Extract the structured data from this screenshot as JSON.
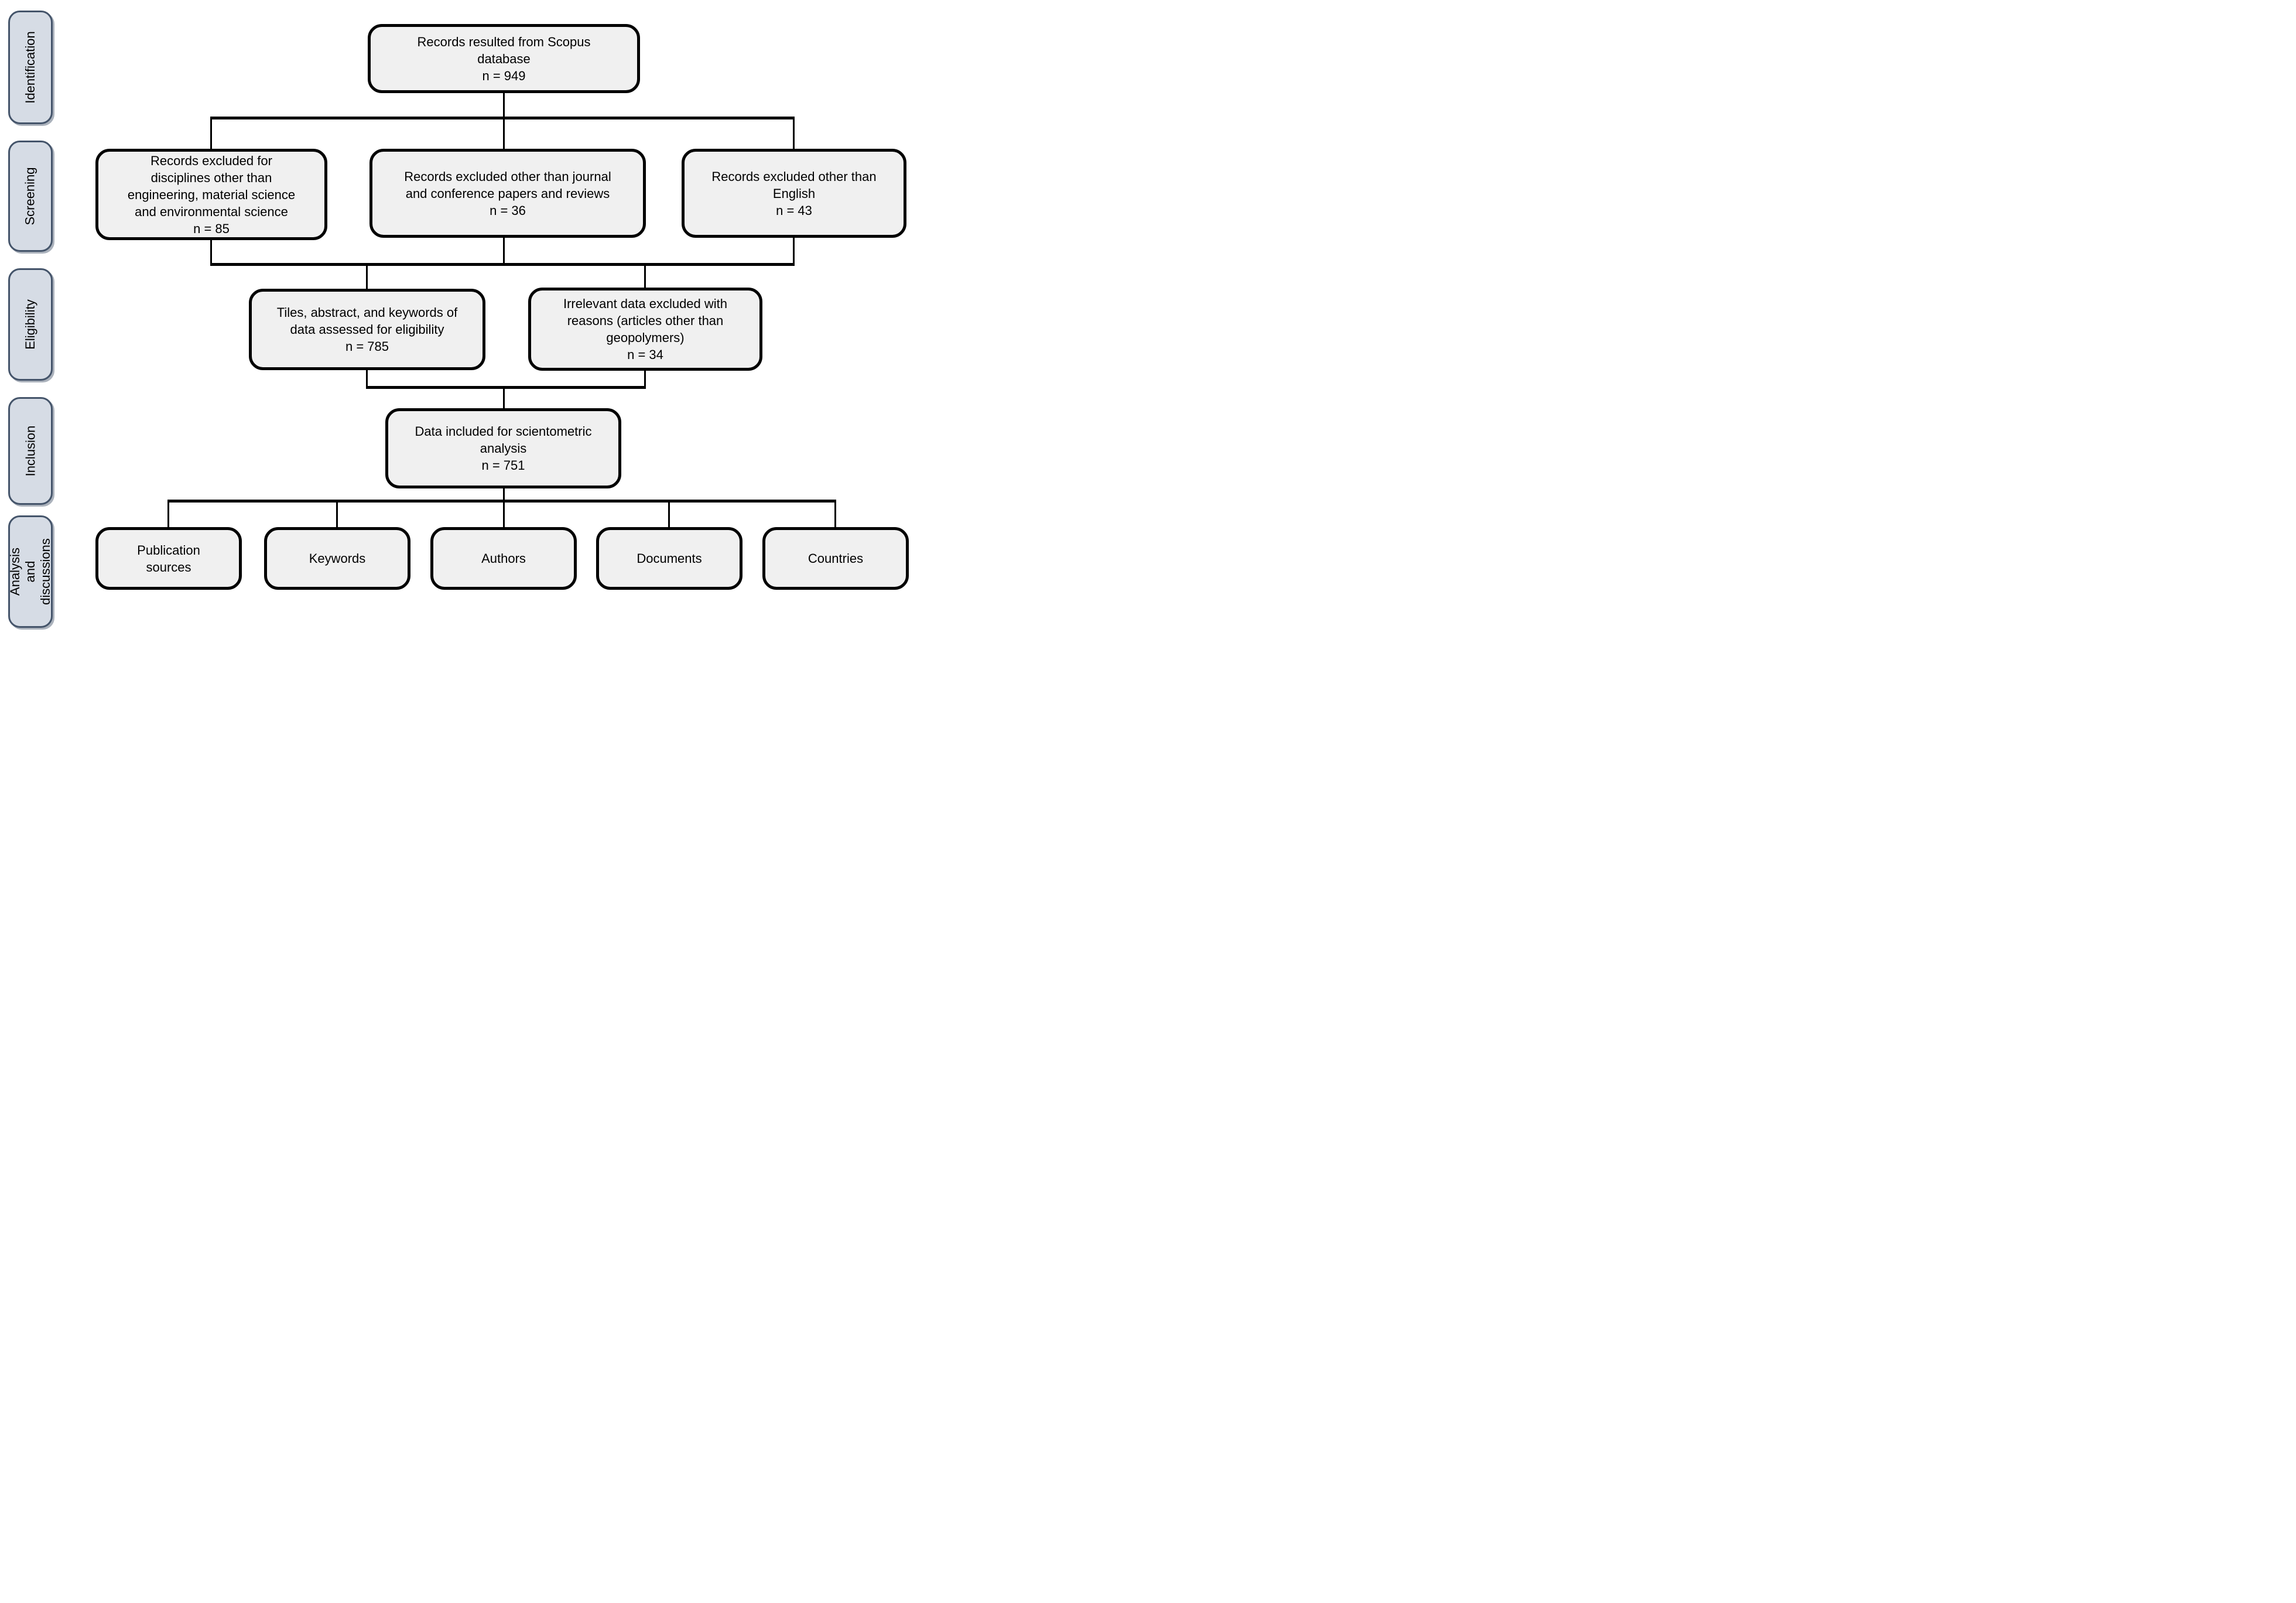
{
  "colors": {
    "flow_box_fill": "#f0f0f0",
    "flow_box_border": "#000000",
    "rail_fill": "#d6dce5",
    "rail_border": "#44546a",
    "connector": "#000000",
    "background": "#ffffff"
  },
  "rail": {
    "items": [
      {
        "label": "Identification"
      },
      {
        "label": "Screening"
      },
      {
        "label": "Eligibility"
      },
      {
        "label": "Inclusion"
      },
      {
        "label": "Analysis and\ndiscussions"
      }
    ]
  },
  "flow": {
    "records": {
      "label": "Records resulted from Scopus\ndatabase",
      "count": "n = 949"
    },
    "excluded_disciplines": {
      "label": "Records excluded for\ndisciplines other than\nengineering, material science\nand environmental science",
      "count": "n = 85"
    },
    "excluded_doc_types": {
      "label": "Records excluded other than journal\nand conference papers and reviews",
      "count": "n = 36"
    },
    "excluded_language": {
      "label": "Records excluded other than\nEnglish",
      "count": "n = 43"
    },
    "assessed": {
      "label": "Tiles, abstract, and keywords of\ndata assessed for eligibility",
      "count": "n = 785"
    },
    "irrelevant": {
      "label": "Irrelevant data excluded with\nreasons (articles other than\ngeopolymers)",
      "count": "n = 34"
    },
    "included": {
      "label": "Data included for scientometric\nanalysis",
      "count": "n = 751"
    },
    "analysis": [
      {
        "label": "Publication\nsources"
      },
      {
        "label": "Keywords"
      },
      {
        "label": "Authors"
      },
      {
        "label": "Documents"
      },
      {
        "label": "Countries"
      }
    ]
  }
}
